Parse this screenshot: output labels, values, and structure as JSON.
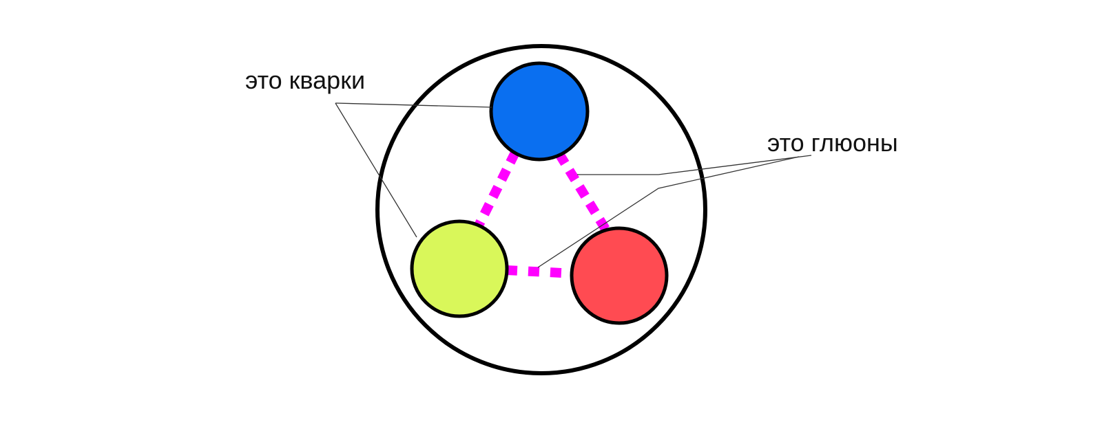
{
  "diagram": {
    "labels": {
      "quarks": "это кварки",
      "gluons": "это глюоны"
    },
    "colors": {
      "background": "#ffffff",
      "outline": "#000000",
      "quark_top": "#0a6ff0",
      "quark_left": "#d9f75a",
      "quark_right": "#ff4b52",
      "gluon": "#ff00ff",
      "leader_line": "#333333"
    },
    "elements": {
      "hadron": "proton-circle",
      "quarks": [
        "blue-quark",
        "yellow-green-quark",
        "red-quark"
      ],
      "gluons": [
        "gluon-blue-yellow",
        "gluon-blue-red",
        "gluon-yellow-red"
      ]
    }
  }
}
